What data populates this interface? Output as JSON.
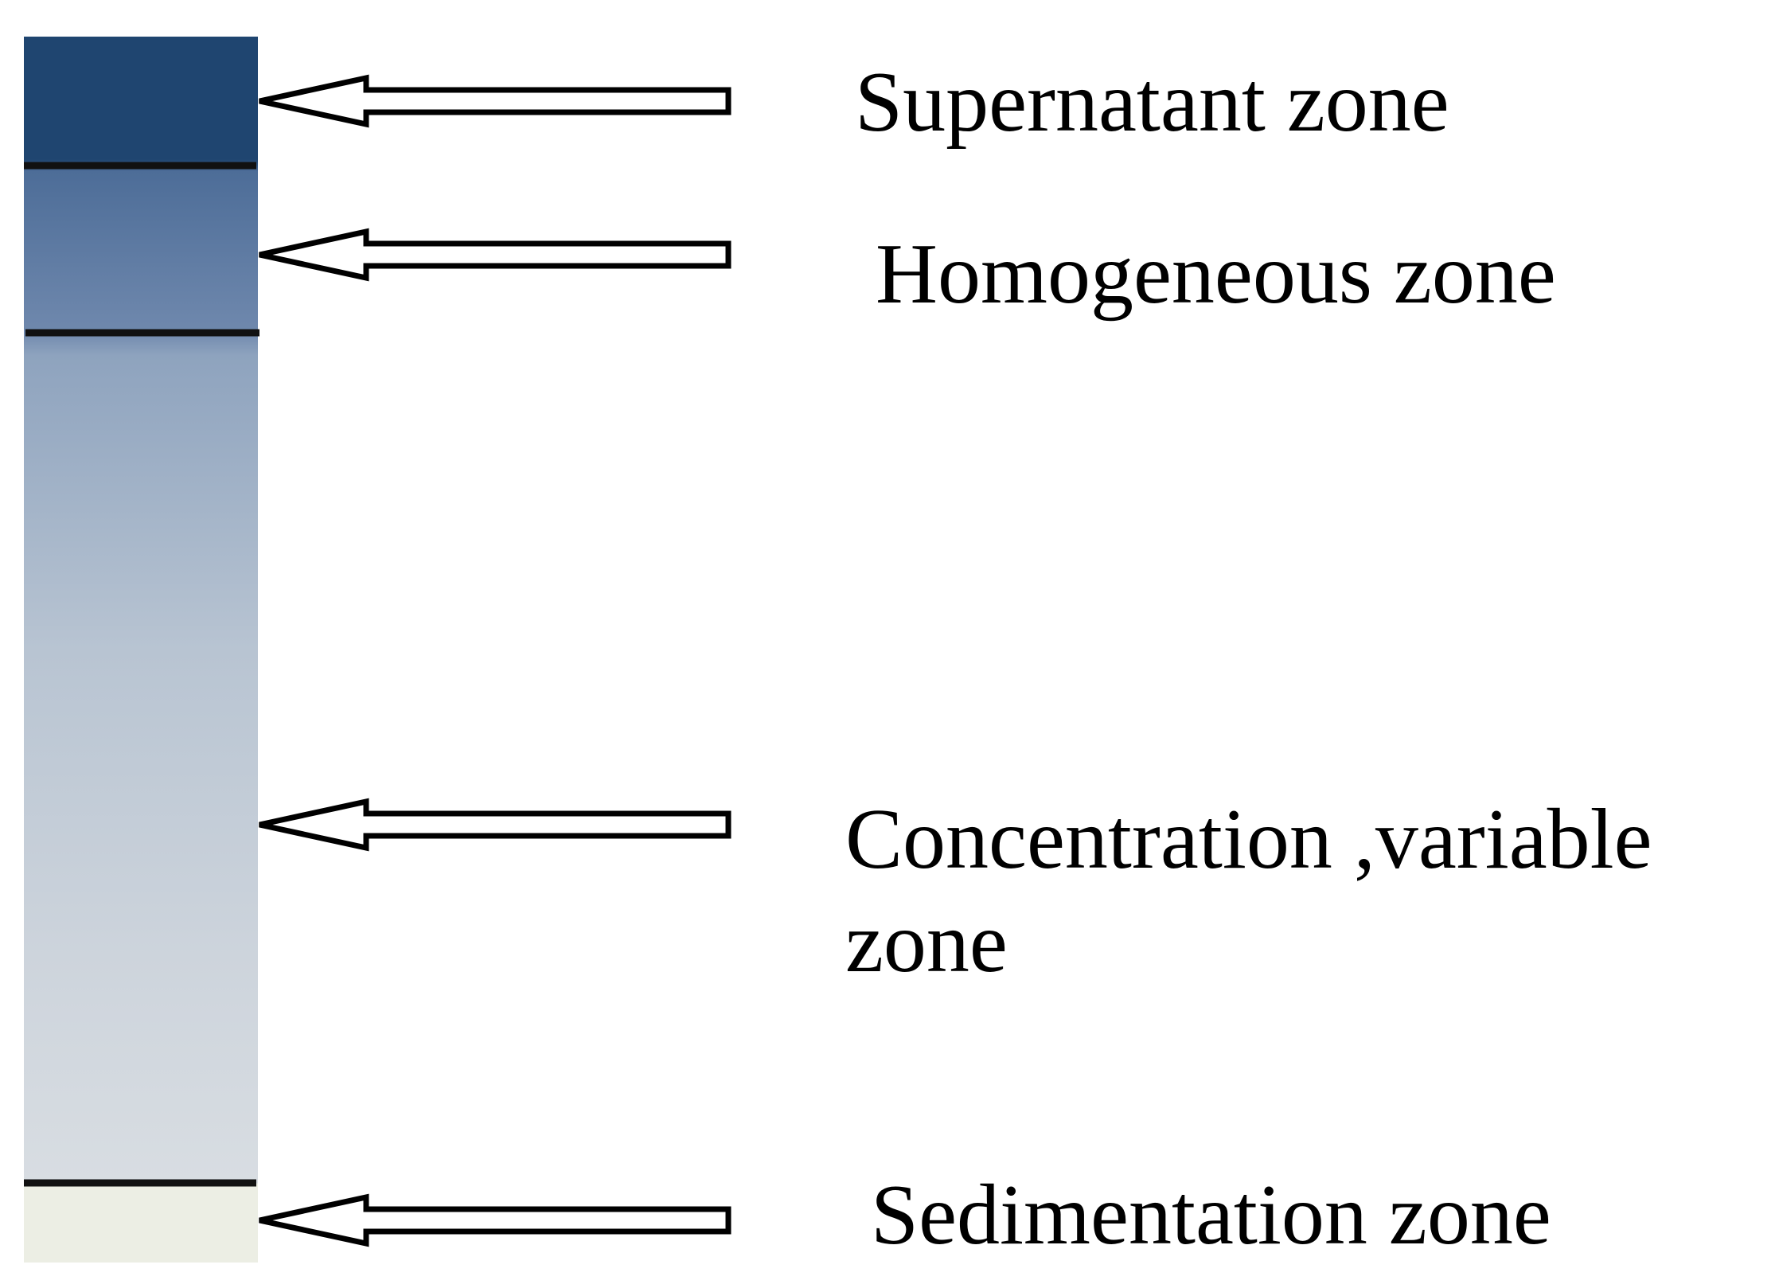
{
  "zones": [
    {
      "id": "supernatant",
      "label": "Supernatant zone"
    },
    {
      "id": "homogeneous",
      "label": "Homogeneous zone"
    },
    {
      "id": "concentration",
      "label": "Concentration ,variable zone"
    },
    {
      "id": "sedimentation",
      "label": "Sedimentation zone"
    }
  ],
  "colors": {
    "column_top": "#1f4570",
    "column_upper": "#5a77a0",
    "column_middle": "#a9b8ca",
    "column_lower": "#d6dbe0",
    "sediment": "#eceee4",
    "boundary_line": "#111111",
    "arrow_stroke": "#000000",
    "arrow_fill": "#ffffff"
  }
}
